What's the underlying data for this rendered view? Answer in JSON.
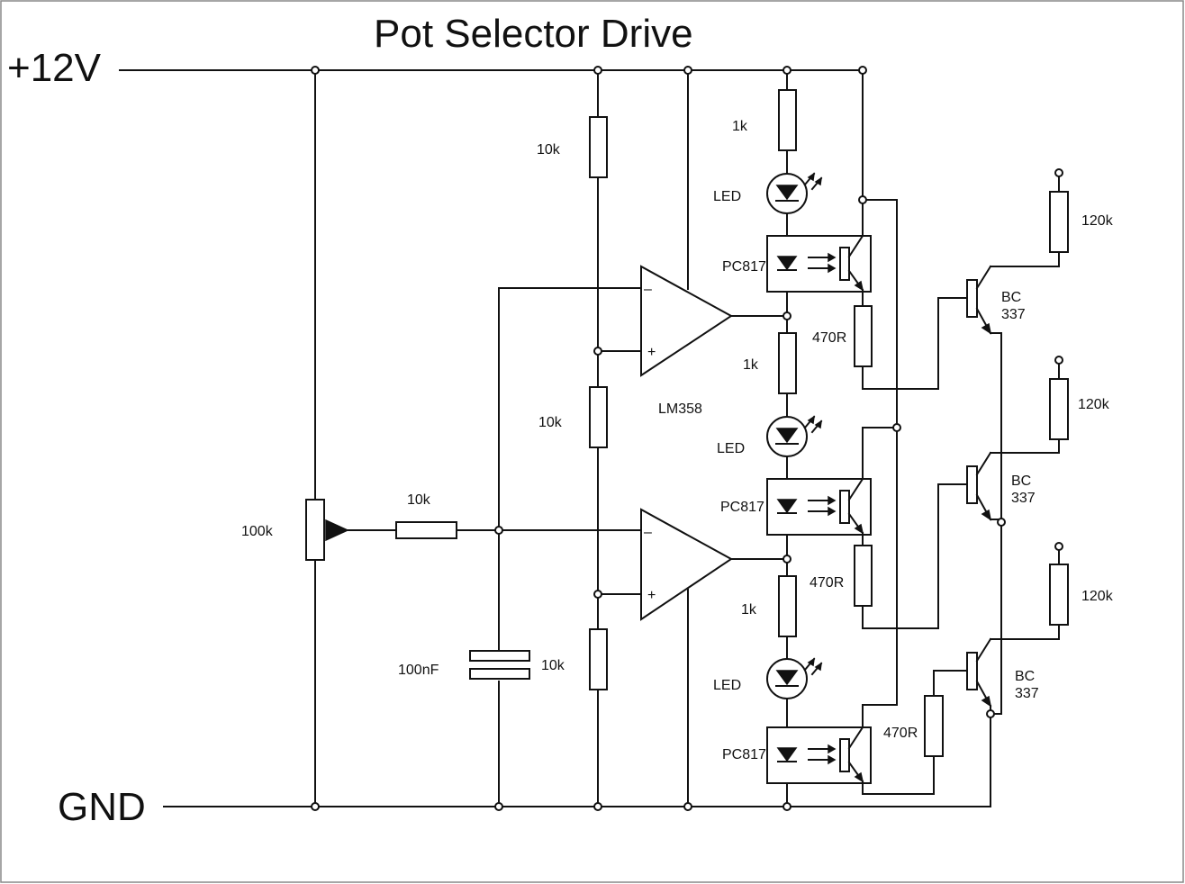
{
  "title": "Pot Selector Drive",
  "rails": {
    "supply": "+12V",
    "ground": "GND"
  },
  "labels": {
    "pot": "100k",
    "input_resistor": "10k",
    "capacitor": "100nF",
    "divider_top": "10k",
    "divider_mid": "10k",
    "divider_bottom": "10k",
    "opamp": "LM358",
    "opamp_minus": "–",
    "opamp_plus": "+",
    "led_resistor_top": "1k",
    "led_resistor_mid": "1k",
    "led_resistor_bottom": "1k",
    "led": "LED",
    "optocoupler": "PC817",
    "base_resistor": "470R",
    "pullup": "120k",
    "transistor_line1": "BC",
    "transistor_line2": "337"
  },
  "colors": {
    "wire": "#111111",
    "background": "#ffffff"
  }
}
